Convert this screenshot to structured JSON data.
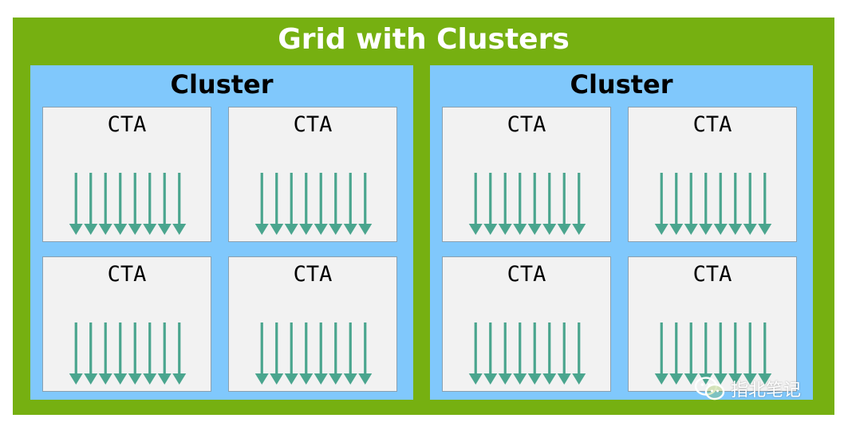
{
  "grid": {
    "title": "Grid with Clusters"
  },
  "clusters": [
    {
      "title": "Cluster",
      "ctas": [
        {
          "label": "CTA",
          "threads": 8
        },
        {
          "label": "CTA",
          "threads": 8
        },
        {
          "label": "CTA",
          "threads": 8
        },
        {
          "label": "CTA",
          "threads": 8
        }
      ]
    },
    {
      "title": "Cluster",
      "ctas": [
        {
          "label": "CTA",
          "threads": 8
        },
        {
          "label": "CTA",
          "threads": 8
        },
        {
          "label": "CTA",
          "threads": 8
        },
        {
          "label": "CTA",
          "threads": 8
        }
      ]
    }
  ],
  "watermark": {
    "icon": "wechat-icon",
    "text": "指北笔记"
  },
  "colors": {
    "grid": "#76b011",
    "cluster": "#80c8fc",
    "cta": "#f2f2f2",
    "thread": "#4aa58e"
  }
}
